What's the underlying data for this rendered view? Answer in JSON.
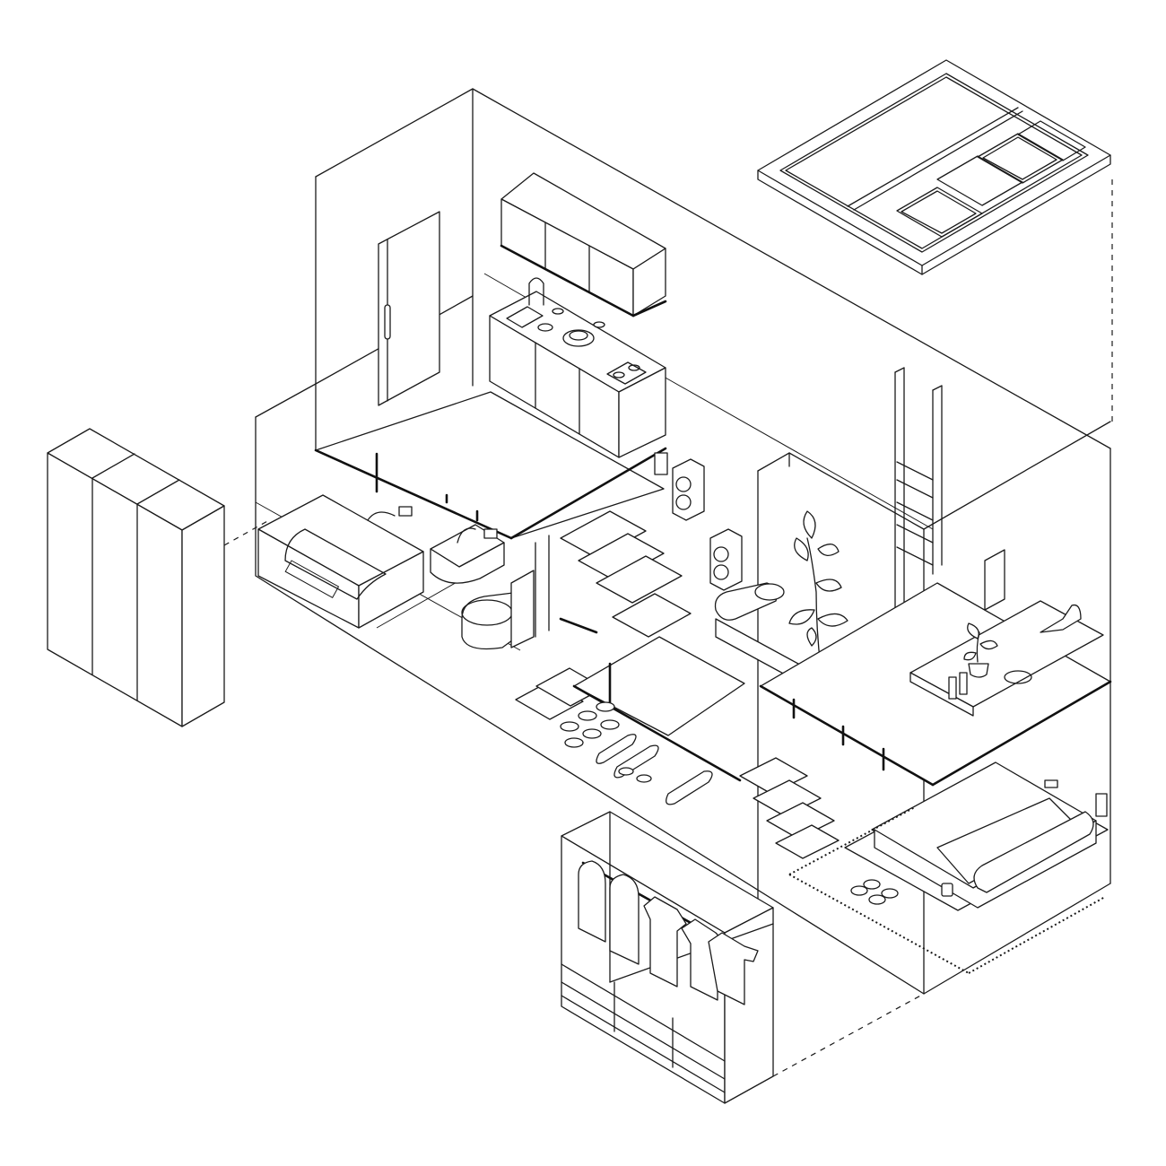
{
  "drawing": {
    "kind": "isometric axonometric line drawing of a compact apartment",
    "line_color": "#1a1a1a",
    "background": "#ffffff"
  },
  "components": [
    "exploded-roof-skylight-frame",
    "exploded-wardrobe",
    "exploded-closet-with-hanging-clothes",
    "kitchen-upper-cabinets",
    "kitchen-counter-with-sink-and-hob",
    "bathroom-door",
    "bathtub",
    "washbasin",
    "toilet",
    "loft-platform",
    "staircase",
    "speakers",
    "potted-plant",
    "loft-ladder",
    "loft-desk",
    "sofa",
    "bed",
    "rug",
    "slippers"
  ]
}
